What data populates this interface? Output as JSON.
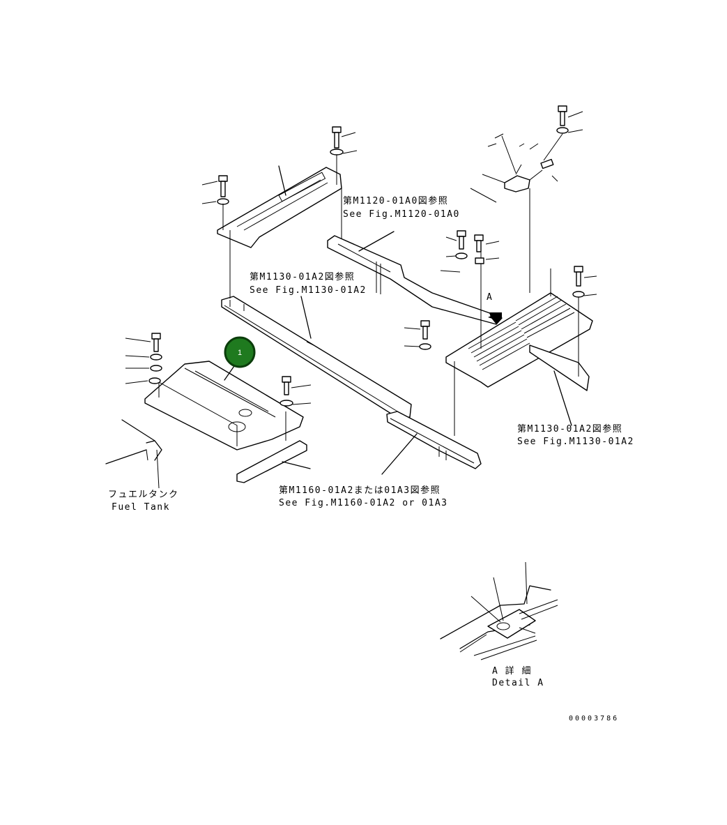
{
  "callouts": {
    "ref_m1120": {
      "jp": "第M1120-01A0図参照",
      "en": "See Fig.M1120-01A0"
    },
    "ref_m1130_center": {
      "jp": "第M1130-01A2図参照",
      "en": "See Fig.M1130-01A2"
    },
    "ref_m1130_right": {
      "jp": "第M1130-01A2図参照",
      "en": "See Fig.M1130-01A2"
    },
    "ref_m1160": {
      "jp": "第M1160-01A2または01A3図参照",
      "en": "See Fig.M1160-01A2 or 01A3"
    },
    "fuel_tank": {
      "jp": "フュエルタンク",
      "en": "Fuel Tank"
    },
    "detail_a": {
      "jp": "A 詳 細",
      "en": "Detail A"
    },
    "view_a_letter": "A"
  },
  "part_badge": {
    "number": "1",
    "color": "#1f7a1f"
  },
  "drawing_number": "00003786"
}
